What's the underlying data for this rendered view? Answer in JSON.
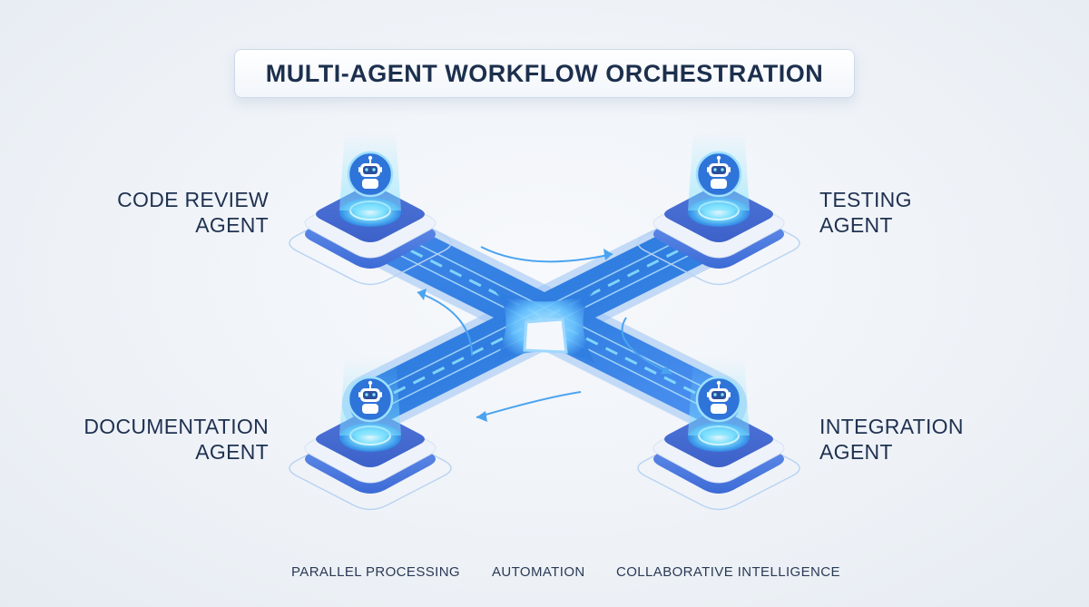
{
  "title": "MULTI-AGENT WORKFLOW ORCHESTRATION",
  "agents": [
    {
      "line1": "CODE REVIEW",
      "line2": "AGENT"
    },
    {
      "line1": "TESTING",
      "line2": "AGENT"
    },
    {
      "line1": "DOCUMENTATION",
      "line2": "AGENT"
    },
    {
      "line1": "INTEGRATION",
      "line2": "AGENT"
    }
  ],
  "footer": [
    "PARALLEL PROCESSING",
    "AUTOMATION",
    "COLLABORATIVE INTELLIGENCE"
  ],
  "icons": {
    "agent": "robot-icon",
    "hub": "hub-junction"
  },
  "colors": {
    "accent": "#3b8ff0",
    "glow": "#5fd0ff",
    "platform": "#4f7ee6",
    "text": "#1c2f4d"
  }
}
